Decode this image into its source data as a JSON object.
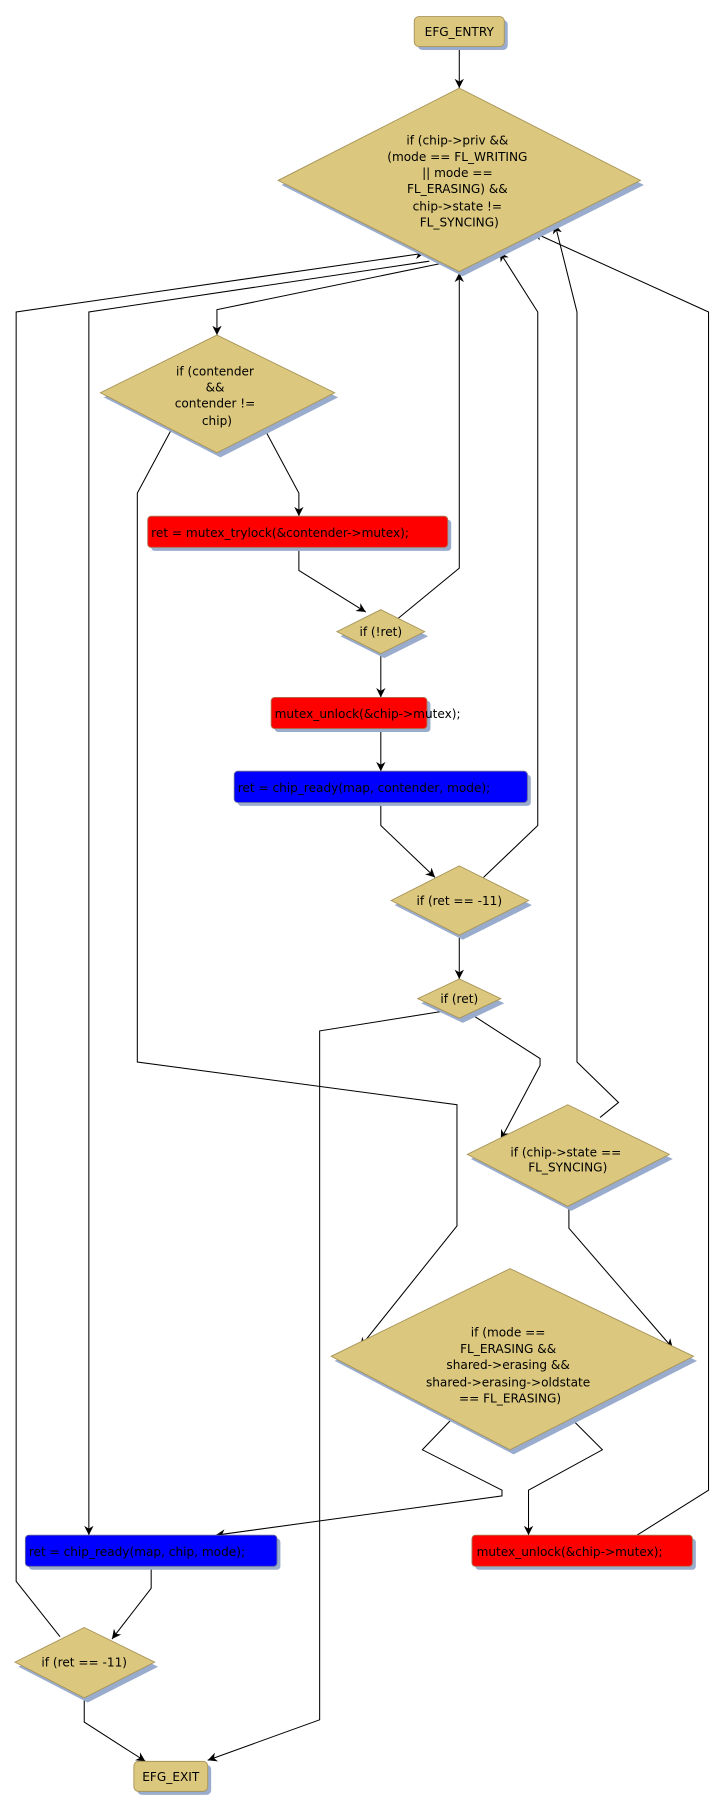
{
  "diagram": {
    "colors": {
      "decision": "#dbc87e",
      "call_red": "#ff0000",
      "call_blue": "#0000ff",
      "shadow": "#9aaccd"
    },
    "nodes": {
      "entry": {
        "lines": [
          "EFG_ENTRY"
        ]
      },
      "d1": {
        "lines": [
          "if (chip->priv &&",
          "(mode == FL_WRITING",
          "|| mode ==",
          "FL_ERASING) &&",
          "chip->state !=",
          "FL_SYNCING)"
        ]
      },
      "d2": {
        "lines": [
          "if (contender",
          "&&",
          "contender !=",
          "chip)"
        ]
      },
      "trylock": {
        "lines": [
          "ret = mutex_trylock(&contender->mutex);"
        ]
      },
      "d3": {
        "lines": [
          "if (!ret)"
        ]
      },
      "unlock1": {
        "lines": [
          "mutex_unlock(&chip->mutex);"
        ]
      },
      "ready1": {
        "lines": [
          "ret = chip_ready(map, contender, mode);"
        ]
      },
      "d4": {
        "lines": [
          "if (ret == -11)"
        ]
      },
      "d5": {
        "lines": [
          "if (ret)"
        ]
      },
      "d6": {
        "lines": [
          "if (chip->state ==",
          "FL_SYNCING)"
        ]
      },
      "d7": {
        "lines": [
          "if (mode ==",
          "FL_ERASING &&",
          "shared->erasing &&",
          "shared->erasing->oldstate",
          "== FL_ERASING)"
        ]
      },
      "ready2": {
        "lines": [
          "ret = chip_ready(map, chip, mode);"
        ]
      },
      "unlock2": {
        "lines": [
          "mutex_unlock(&chip->mutex);"
        ]
      },
      "d8": {
        "lines": [
          "if (ret == -11)"
        ]
      },
      "exit": {
        "lines": [
          "EFG_EXIT"
        ]
      }
    }
  }
}
